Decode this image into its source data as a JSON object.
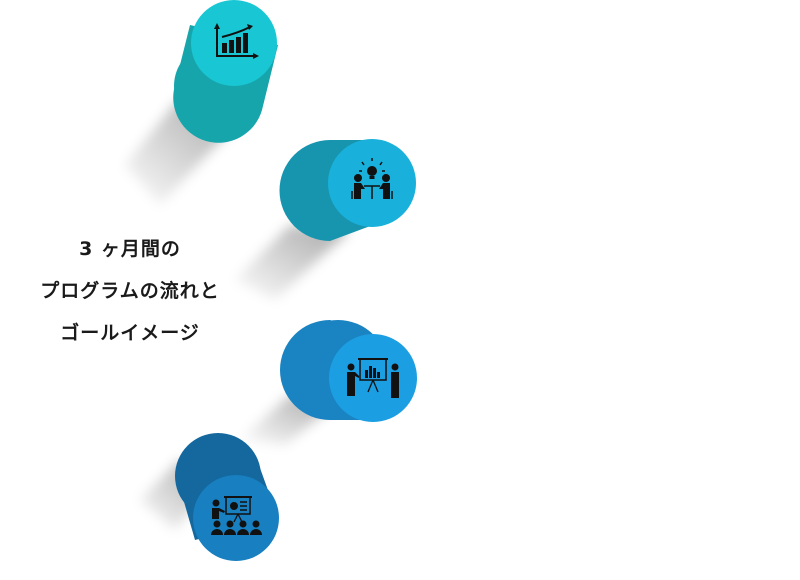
{
  "title": {
    "lines": [
      "3 ヶ月間の",
      "プログラムの流れと",
      "ゴールイメージ"
    ]
  },
  "steps": [
    {
      "icon": "growth-chart-icon",
      "body_color": "#17a5ac",
      "cap_color": "#18c7d3"
    },
    {
      "icon": "meeting-idea-icon",
      "body_color": "#1795ae",
      "cap_color": "#19b1db"
    },
    {
      "icon": "presentation-team-icon",
      "body_color": "#1a83c2",
      "cap_color": "#1c9ee2"
    },
    {
      "icon": "training-audience-icon",
      "body_color": "#14689e",
      "cap_color": "#187fc0"
    }
  ]
}
